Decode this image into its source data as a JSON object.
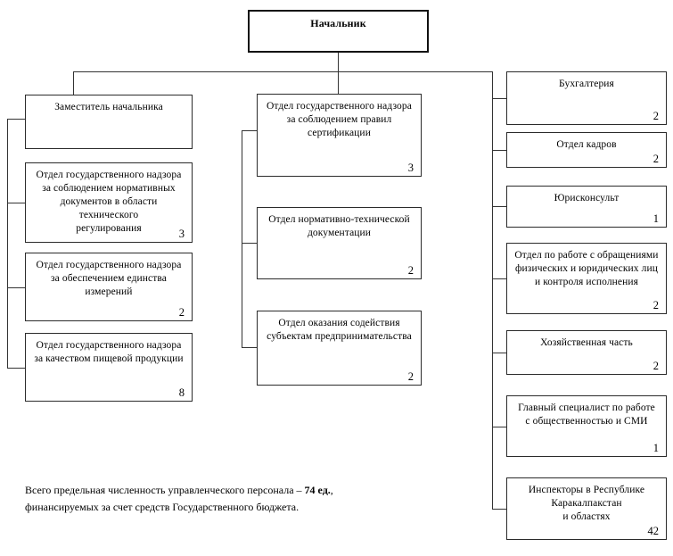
{
  "diagram": {
    "title": "Начальник",
    "root": {
      "label": "Начальник",
      "count": ""
    },
    "left_branch": [
      {
        "label": "Заместитель начальника",
        "count": ""
      },
      {
        "label": "Отдел государственного надзора\nза соблюдением нормативных\nдокументов в области технического\nрегулирования",
        "count": "3"
      },
      {
        "label": "Отдел государственного надзора\nза обеспечением единства измерений",
        "count": "2"
      },
      {
        "label": "Отдел государственного надзора\nза качеством пищевой продукции",
        "count": "8"
      }
    ],
    "middle_branch": [
      {
        "label": "Отдел государственного надзора\nза соблюдением правил\nсертификации",
        "count": "3"
      },
      {
        "label": "Отдел нормативно-технической\nдокументации",
        "count": "2"
      },
      {
        "label": "Отдел оказания содействия\nсубъектам предпринимательства",
        "count": "2"
      }
    ],
    "right_branch": [
      {
        "label": "Бухгалтерия",
        "count": "2"
      },
      {
        "label": "Отдел кадров",
        "count": "2"
      },
      {
        "label": "Юрисконсульт",
        "count": "1"
      },
      {
        "label": "Отдел по работе с обращениями\nфизических и юридических лиц\nи контроля исполнения",
        "count": "2"
      },
      {
        "label": "Хозяйственная часть",
        "count": "2"
      },
      {
        "label": "Главный специалист по работе\nс общественностью и СМИ",
        "count": "1"
      },
      {
        "label": "Инспекторы в Республике\nКаракалпакстан\nи областях",
        "count": "42"
      }
    ],
    "footer": {
      "line1_before": "Всего предельная численность управленческого персонала – ",
      "line1_strong": "74 ед.",
      "line1_after": ",",
      "line2": "финансируемых за счет средств Государственного бюджета."
    },
    "colors": {
      "border": "#2b2b2b",
      "root_border": "#111111",
      "connector": "#333333",
      "background": "#ffffff",
      "text": "#000000"
    }
  }
}
